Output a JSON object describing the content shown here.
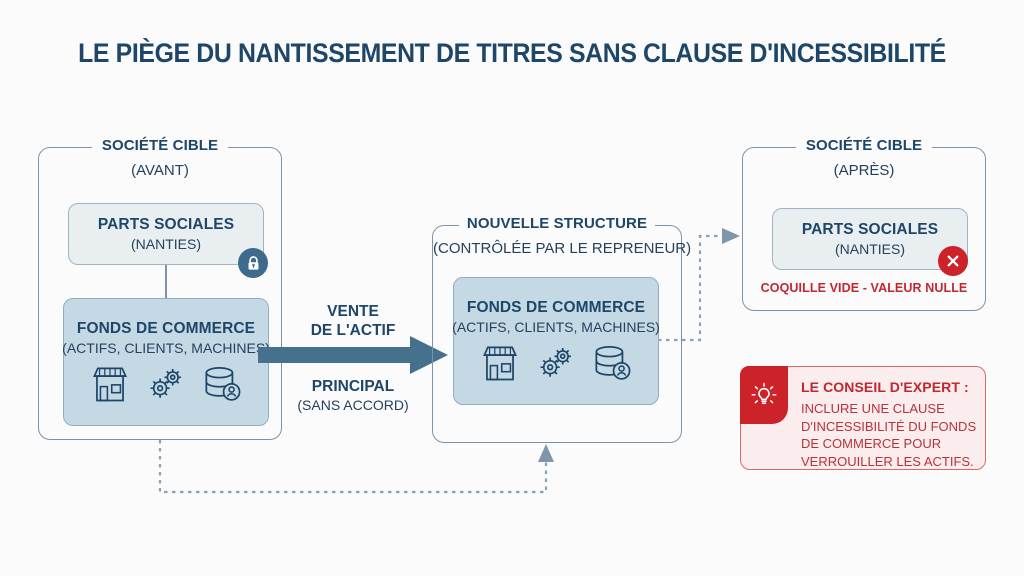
{
  "title": "LE PIÈGE DU NANTISSEMENT DE TITRES SANS CLAUSE D'INCESSIBILITÉ",
  "colors": {
    "background": "#fbfbfb",
    "navy": "#1d4668",
    "steel": "#46718c",
    "panel_border": "#7d94a8",
    "box_fill_light": "#e9eef1",
    "box_fill_accent": "#c5d9e5",
    "red": "#cc2229",
    "red_text": "#c0282e",
    "tip_bg": "#fbeced"
  },
  "panels": {
    "before": {
      "legend": "SOCIÉTÉ CIBLE",
      "subtitle": "(AVANT)",
      "shares_box": {
        "title": "PARTS SOCIALES",
        "subtitle": "(NANTIES)",
        "badge_icon": "lock-icon"
      },
      "business_box": {
        "title": "FONDS DE COMMERCE",
        "subtitle": "(ACTIFS, CLIENTS, MACHINES)",
        "icons": [
          "storefront-icon",
          "gears-icon",
          "database-user-icon"
        ]
      }
    },
    "new_structure": {
      "legend": "NOUVELLE STRUCTURE",
      "subtitle": "(CONTRÔLÉE PAR LE REPRENEUR)",
      "business_box": {
        "title": "FONDS DE COMMERCE",
        "subtitle": "(ACTIFS, CLIENTS, MACHINES)",
        "icons": [
          "storefront-icon",
          "gears-icon",
          "database-user-icon"
        ]
      }
    },
    "after": {
      "legend": "SOCIÉTÉ CIBLE",
      "subtitle": "(APRÈS)",
      "shares_box": {
        "title": "PARTS SOCIALES",
        "subtitle": "(NANTIES)",
        "badge_icon": "red-x-icon"
      },
      "warning": "COQUILLE VIDE - VALEUR NULLE"
    }
  },
  "arrow": {
    "label_top_line1": "VENTE",
    "label_top_line2": "DE L'ACTIF",
    "label_bottom_line1": "PRINCIPAL",
    "label_bottom_line2": "(SANS ACCORD)"
  },
  "tip": {
    "icon": "lightbulb-icon",
    "heading": "LE CONSEIL D'EXPERT :",
    "body": "INCLURE UNE CLAUSE D'INCESSIBILITÉ DU FONDS DE COMMERCE POUR VERROUILLER LES ACTIFS."
  }
}
